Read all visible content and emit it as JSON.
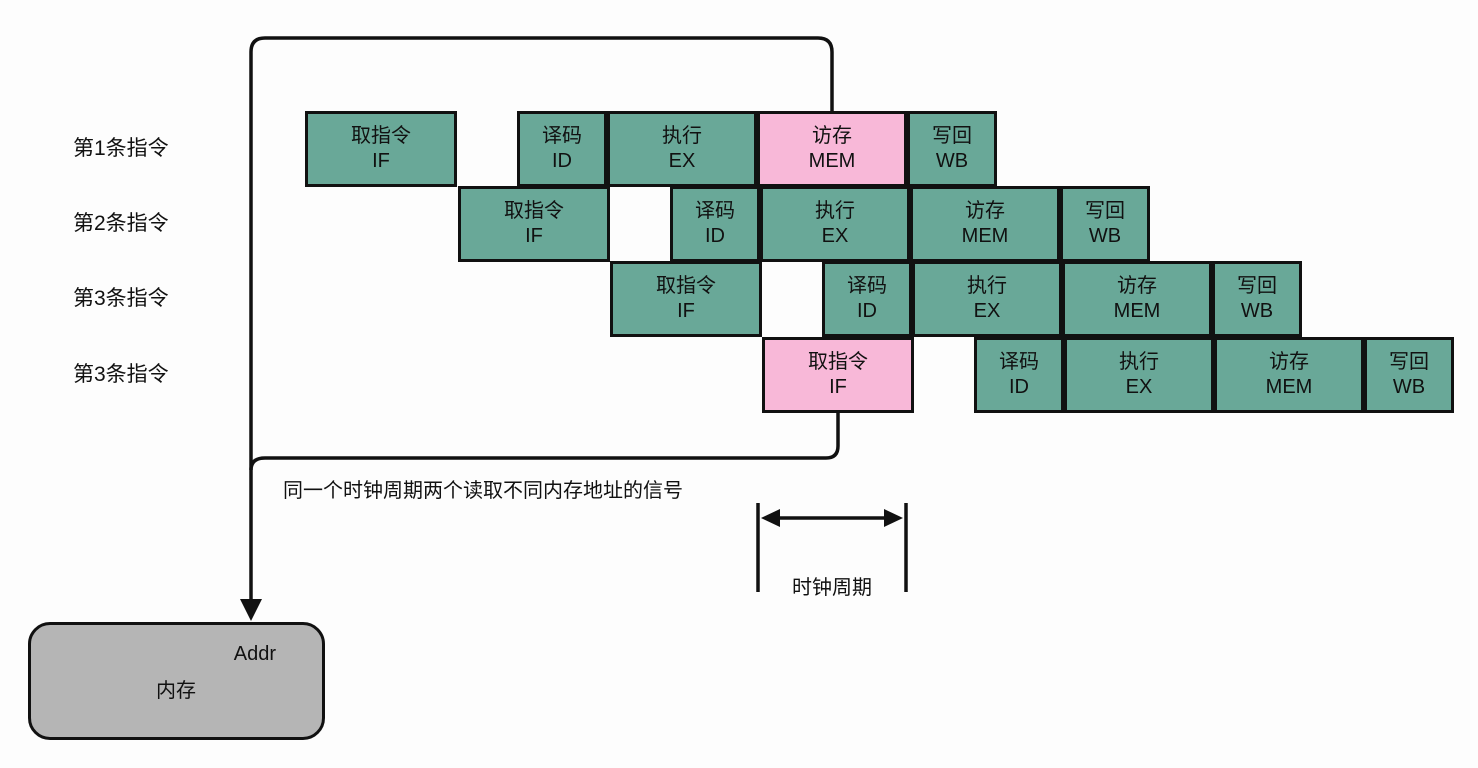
{
  "colors": {
    "stage_teal": "#69A898",
    "stage_highlight_pink": "#F8B8D8",
    "memory_fill": "#B5B5B5",
    "line": "#111111",
    "background": "#FDFDFD"
  },
  "pipeline": {
    "rows": [
      {
        "label": "第1条指令",
        "stages": [
          {
            "name": "取指令",
            "abbr": "IF",
            "highlight": false
          },
          {
            "name": "译码",
            "abbr": "ID",
            "highlight": false
          },
          {
            "name": "执行",
            "abbr": "EX",
            "highlight": false
          },
          {
            "name": "访存",
            "abbr": "MEM",
            "highlight": true
          },
          {
            "name": "写回",
            "abbr": "WB",
            "highlight": false
          }
        ]
      },
      {
        "label": "第2条指令",
        "stages": [
          {
            "name": "取指令",
            "abbr": "IF",
            "highlight": false
          },
          {
            "name": "译码",
            "abbr": "ID",
            "highlight": false
          },
          {
            "name": "执行",
            "abbr": "EX",
            "highlight": false
          },
          {
            "name": "访存",
            "abbr": "MEM",
            "highlight": false
          },
          {
            "name": "写回",
            "abbr": "WB",
            "highlight": false
          }
        ]
      },
      {
        "label": "第3条指令",
        "stages": [
          {
            "name": "取指令",
            "abbr": "IF",
            "highlight": false
          },
          {
            "name": "译码",
            "abbr": "ID",
            "highlight": false
          },
          {
            "name": "执行",
            "abbr": "EX",
            "highlight": false
          },
          {
            "name": "访存",
            "abbr": "MEM",
            "highlight": false
          },
          {
            "name": "写回",
            "abbr": "WB",
            "highlight": false
          }
        ]
      },
      {
        "label": "第3条指令",
        "stages": [
          {
            "name": "取指令",
            "abbr": "IF",
            "highlight": true
          },
          {
            "name": "译码",
            "abbr": "ID",
            "highlight": false
          },
          {
            "name": "执行",
            "abbr": "EX",
            "highlight": false
          },
          {
            "name": "访存",
            "abbr": "MEM",
            "highlight": false
          },
          {
            "name": "写回",
            "abbr": "WB",
            "highlight": false
          }
        ]
      }
    ]
  },
  "annotation": {
    "text": "同一个时钟周期两个读取不同内存地址的信号"
  },
  "clock": {
    "label": "时钟周期"
  },
  "memory": {
    "label": "内存",
    "port_label": "Addr"
  }
}
